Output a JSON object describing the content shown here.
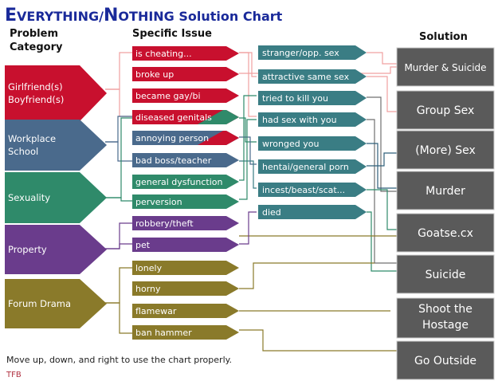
{
  "title": {
    "e1": "E",
    "e2": "VERYTHING/",
    "n1": "N",
    "n2": "OTHING",
    "rest": " Solution Chart"
  },
  "headers": {
    "category_line1": "Problem",
    "category_line2": "Category",
    "issue": "Specific Issue",
    "solution": "Solution"
  },
  "colors": {
    "red": "#c8102e",
    "blue": "#4a6a8c",
    "green": "#2f8a6a",
    "purple": "#6a3c8c",
    "olive": "#8a7a2a",
    "teal": "#3a7d84",
    "gray": "#5a5a5a",
    "pink": "#f0a0a0",
    "title": "#1a2a9a"
  },
  "categories": [
    {
      "id": "girlfriend",
      "line1": "Girlfriend(s)",
      "line2": "Boyfriend(s)",
      "color": "red"
    },
    {
      "id": "workplace",
      "line1": "Workplace",
      "line2": "School",
      "color": "blue"
    },
    {
      "id": "sexuality",
      "line1": "Sexuality",
      "line2": "",
      "color": "green"
    },
    {
      "id": "property",
      "line1": "Property",
      "line2": "",
      "color": "purple"
    },
    {
      "id": "forum",
      "line1": "Forum Drama",
      "line2": "",
      "color": "olive"
    }
  ],
  "issues": [
    {
      "label": "is cheating...",
      "color": "red"
    },
    {
      "label": "broke up",
      "color": "red"
    },
    {
      "label": "became gay/bi",
      "color": "red"
    },
    {
      "label": "diseased genitals",
      "color": "red",
      "color2": "green"
    },
    {
      "label": "annoying person",
      "color": "blue",
      "color2": "red"
    },
    {
      "label": "bad boss/teacher",
      "color": "blue"
    },
    {
      "label": "general dysfunction",
      "color": "green"
    },
    {
      "label": "perversion",
      "color": "green"
    },
    {
      "label": "robbery/theft",
      "color": "purple"
    },
    {
      "label": "pet",
      "color": "purple"
    },
    {
      "label": "lonely",
      "color": "olive"
    },
    {
      "label": "horny",
      "color": "olive"
    },
    {
      "label": "flamewar",
      "color": "olive"
    },
    {
      "label": "ban hammer",
      "color": "olive"
    }
  ],
  "details": [
    {
      "label": "stranger/opp. sex"
    },
    {
      "label": "attractive same sex"
    },
    {
      "label": "tried to kill you"
    },
    {
      "label": "had sex with you"
    },
    {
      "label": "wronged you"
    },
    {
      "label": "hentai/general porn"
    },
    {
      "label": "incest/beast/scat..."
    },
    {
      "label": "died"
    }
  ],
  "solutions": [
    {
      "label": "Murder & Suicide",
      "small": true
    },
    {
      "label": "Group Sex"
    },
    {
      "label": "(More) Sex"
    },
    {
      "label": "Murder"
    },
    {
      "label": "Goatse.cx"
    },
    {
      "label": "Suicide"
    },
    {
      "line1": "Shoot the",
      "line2": "Hostage"
    },
    {
      "label": "Go Outside"
    }
  ],
  "footer": {
    "instruction": "Move up, down, and right to use the chart properly.",
    "credit": "TFB"
  }
}
